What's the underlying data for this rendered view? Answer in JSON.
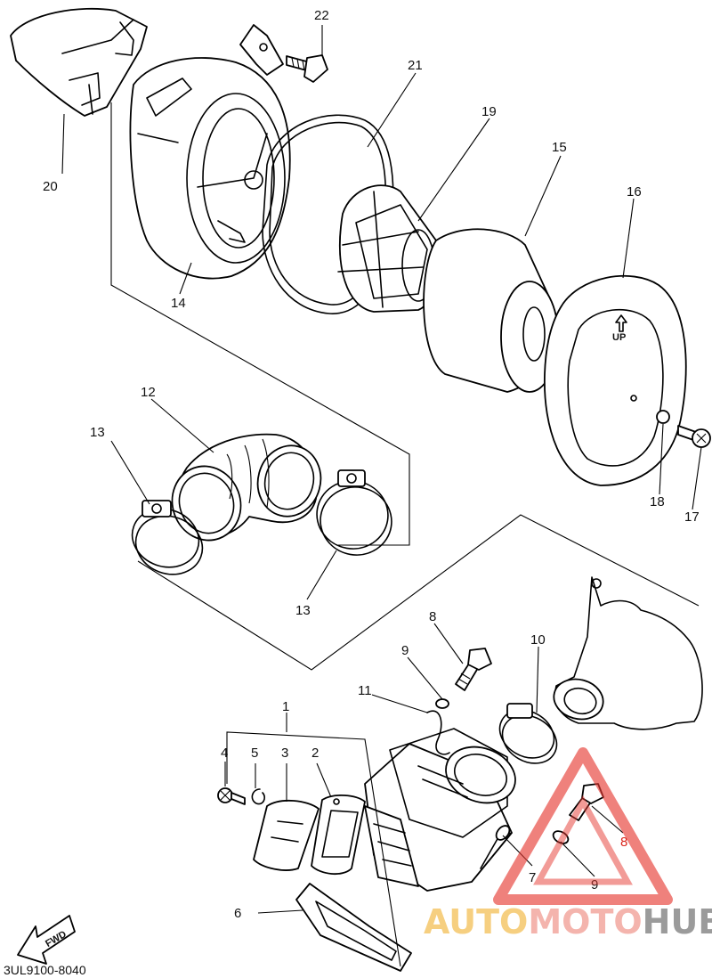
{
  "diagram": {
    "part_code": "3UL9100-8040",
    "fwd_label": "FWD",
    "up_label": "UP",
    "callouts": [
      "22",
      "21",
      "19",
      "15",
      "16",
      "20",
      "14",
      "12",
      "13",
      "13",
      "18",
      "17",
      "8",
      "9",
      "10",
      "11",
      "1",
      "4",
      "5",
      "3",
      "2",
      "8",
      "7",
      "9",
      "6"
    ]
  },
  "watermark": {
    "part1": "AUTO",
    "part2": "MOTO",
    "part3": "HUB",
    "colors": {
      "part1": "#f5c76a",
      "part2": "#f3a79f",
      "part3": "#8a8a8a",
      "triangle": "#e53a33"
    }
  }
}
